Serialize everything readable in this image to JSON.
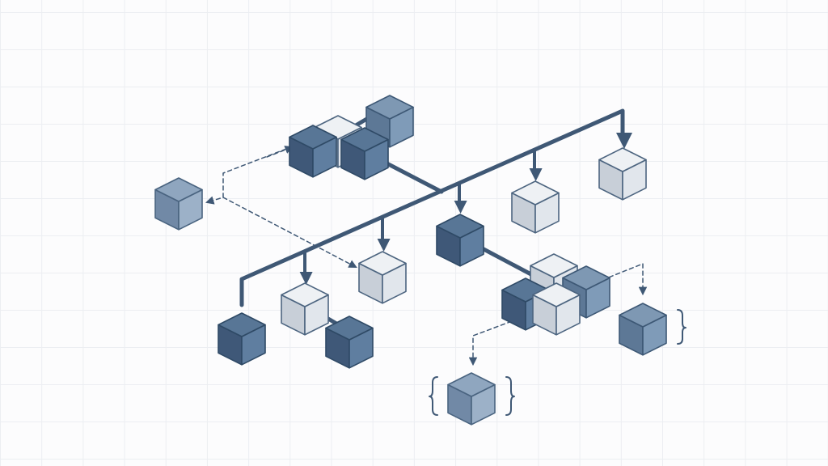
{
  "diagram": {
    "title": "",
    "labels": [],
    "colors": {
      "background": "#fcfcfd",
      "grid": "#eceef2",
      "connector": "#3f5875",
      "cube_dark": {
        "top": "#587696",
        "left": "#3f5878",
        "right": "#5f7ea0",
        "stroke": "#2f4a66"
      },
      "cube_medium": {
        "top": "#7e98b3",
        "left": "#5d7896",
        "right": "#7f9bb8",
        "stroke": "#3d5875"
      },
      "cube_pale": {
        "top": "#8fa6bf",
        "left": "#7189a6",
        "right": "#9cb1c8",
        "stroke": "#4a6480"
      },
      "cube_light": {
        "top": "#eef1f4",
        "left": "#c8cfd8",
        "right": "#e1e6ec",
        "stroke": "#4d6580"
      }
    },
    "nodes": [
      {
        "id": "top-cluster-back-light",
        "style": "light"
      },
      {
        "id": "top-cluster-right-medium",
        "style": "medium"
      },
      {
        "id": "top-cluster-left-dark",
        "style": "dark"
      },
      {
        "id": "top-cluster-front-dark",
        "style": "dark"
      },
      {
        "id": "left-isolated-pale",
        "style": "pale"
      },
      {
        "id": "right-top-light",
        "style": "light"
      },
      {
        "id": "right-mid-light",
        "style": "light"
      },
      {
        "id": "center-dark",
        "style": "dark"
      },
      {
        "id": "middle-light",
        "style": "light"
      },
      {
        "id": "bottom-left-dark",
        "style": "dark"
      },
      {
        "id": "bottom-mid-light",
        "style": "light"
      },
      {
        "id": "bottom-mid-dark",
        "style": "dark"
      },
      {
        "id": "right-cluster-back-light",
        "style": "light"
      },
      {
        "id": "right-cluster-left-dark",
        "style": "dark"
      },
      {
        "id": "right-cluster-right-medium",
        "style": "medium"
      },
      {
        "id": "right-cluster-front-light",
        "style": "light"
      },
      {
        "id": "right-isolated-medium",
        "style": "medium"
      },
      {
        "id": "bottom-isolated-pale",
        "style": "pale"
      }
    ]
  }
}
